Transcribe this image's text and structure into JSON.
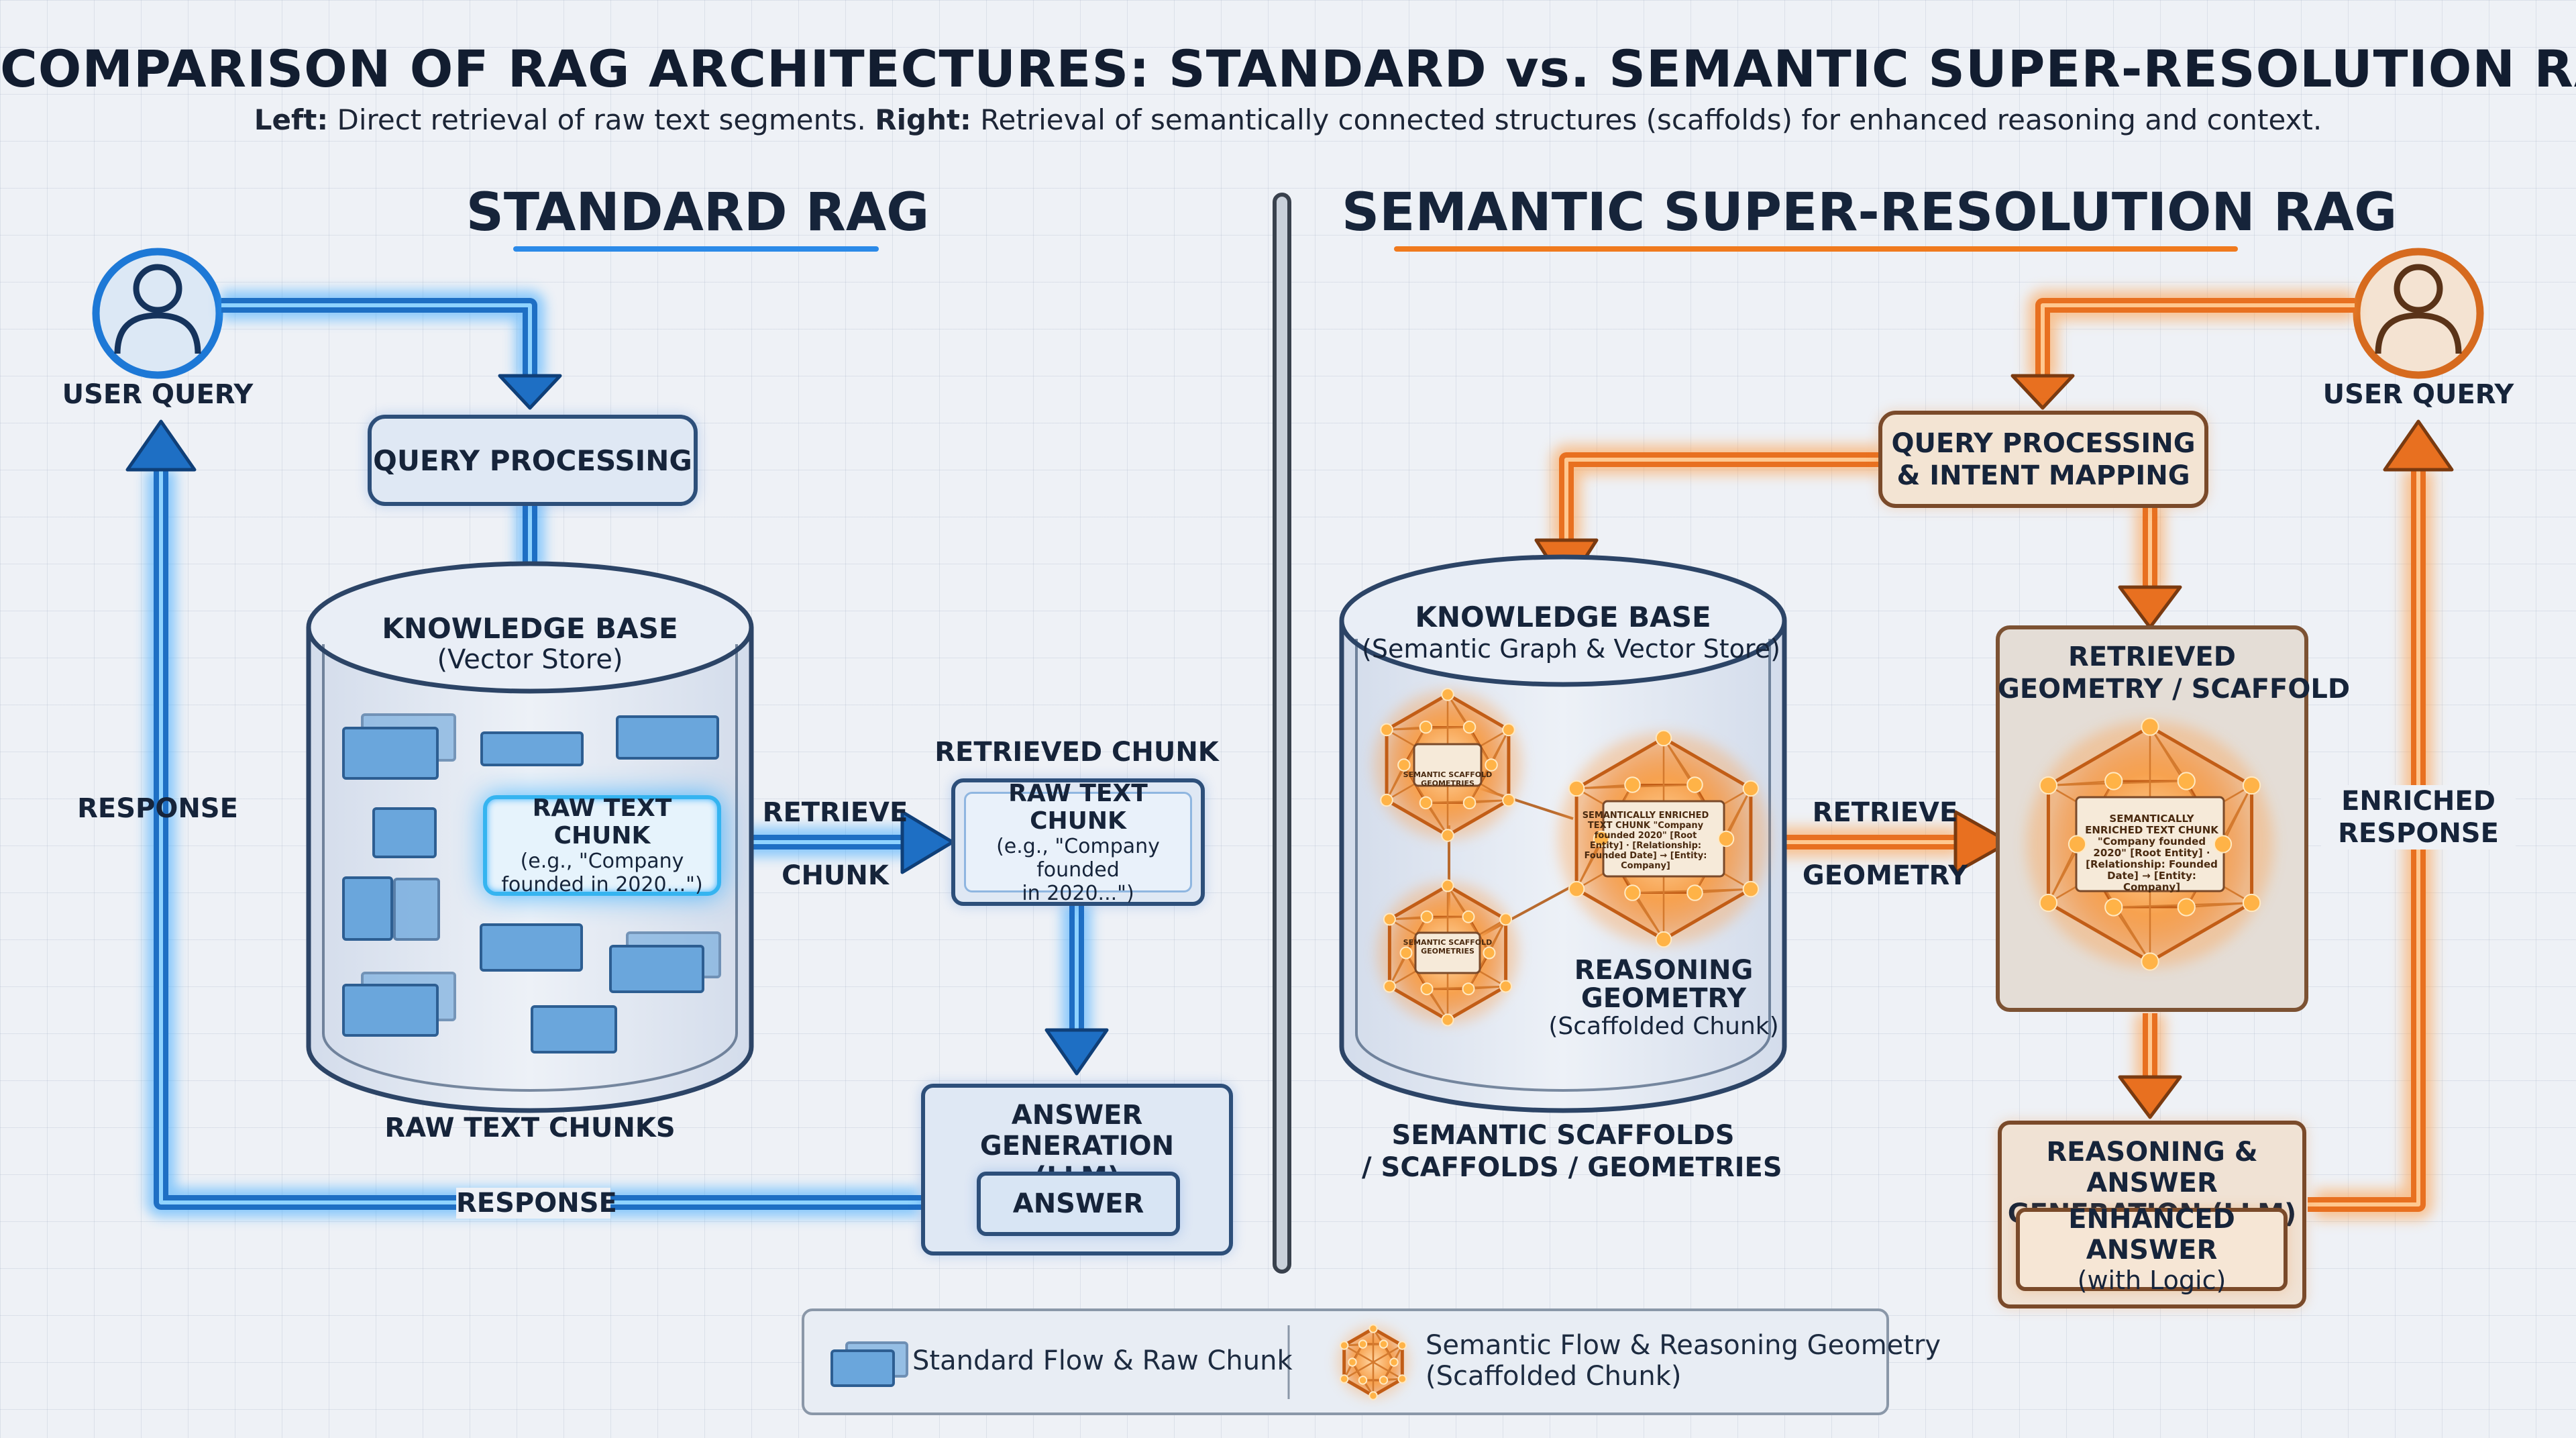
{
  "title": "COMPARISON OF RAG ARCHITECTURES: STANDARD vs. SEMANTIC SUPER-RESOLUTION RAG",
  "subtitle": {
    "left_label": "Left:",
    "left_text": "Direct retrieval of raw text segments.",
    "right_label": "Right:",
    "right_text": "Retrieval of semantically connected structures (scaffolds) for enhanced reasoning and context."
  },
  "colors": {
    "blue": "#1f8ef0",
    "orange": "#f07a1e",
    "dark": "#16243a"
  },
  "standard": {
    "heading": "STANDARD RAG",
    "user_query": "USER QUERY",
    "query_processing": "QUERY PROCESSING",
    "kb_title": "KNOWLEDGE BASE",
    "kb_sub": "(Vector Store)",
    "chunk_title": "RAW TEXT CHUNK",
    "chunk_text_1": "(e.g., \"Company",
    "chunk_text_2": "founded in 2020...\")",
    "retrieve_1": "RETRIEVE",
    "retrieve_2": "CHUNK",
    "retrieved_label": "RETRIEVED CHUNK",
    "retrieved_title": "RAW TEXT CHUNK",
    "retrieved_text_1": "(e.g., \"Company founded",
    "retrieved_text_2": "in 2020...\")",
    "raw_chunks_label": "RAW TEXT CHUNKS",
    "answer_gen_1": "ANSWER GENERATION",
    "answer_gen_2": "(LLM)",
    "answer": "ANSWER",
    "response_side": "RESPONSE",
    "response_bottom": "RESPONSE"
  },
  "semantic": {
    "heading": "SEMANTIC SUPER-RESOLUTION RAG",
    "user_query": "USER QUERY",
    "query_processing_1": "QUERY PROCESSING",
    "query_processing_2": "& INTENT MAPPING",
    "kb_title": "KNOWLEDGE BASE",
    "kb_sub": "(Semantic Graph & Vector Store)",
    "node_small_1": "SEMANTIC SCAFFOLD GEOMETRIES",
    "node_small_2": "SEMANTIC SCAFFOLD GEOMETRIES",
    "node_big": "SEMANTICALLY ENRICHED TEXT CHUNK \"Company founded 2020\" [Root Entity] · [Relationship: Founded Date] → [Entity: Company]",
    "reasoning_1": "REASONING",
    "reasoning_2": "GEOMETRY",
    "reasoning_3": "(Scaffolded Chunk)",
    "scaffolds_1": "SEMANTIC SCAFFOLDS",
    "scaffolds_2": "/ SCAFFOLDS / GEOMETRIES",
    "retrieve_1": "RETRIEVE",
    "retrieve_2": "GEOMETRY",
    "retrieved_1": "RETRIEVED",
    "retrieved_2": "GEOMETRY / SCAFFOLD",
    "retrieved_node": "SEMANTICALLY ENRICHED TEXT CHUNK \"Company founded 2020\" [Root Entity] · [Relationship: Founded Date] → [Entity: Company]",
    "reasoning_answer_1": "REASONING & ANSWER",
    "reasoning_answer_2": "GENERATION (LLM)",
    "enhanced_1": "ENHANCED ANSWER",
    "enhanced_2": "(with Logic)",
    "enriched_1": "ENRICHED",
    "enriched_2": "RESPONSE"
  },
  "legend": {
    "standard": "Standard Flow & Raw Chunk",
    "semantic_1": "Semantic Flow & Reasoning Geometry",
    "semantic_2": "(Scaffolded Chunk)"
  }
}
